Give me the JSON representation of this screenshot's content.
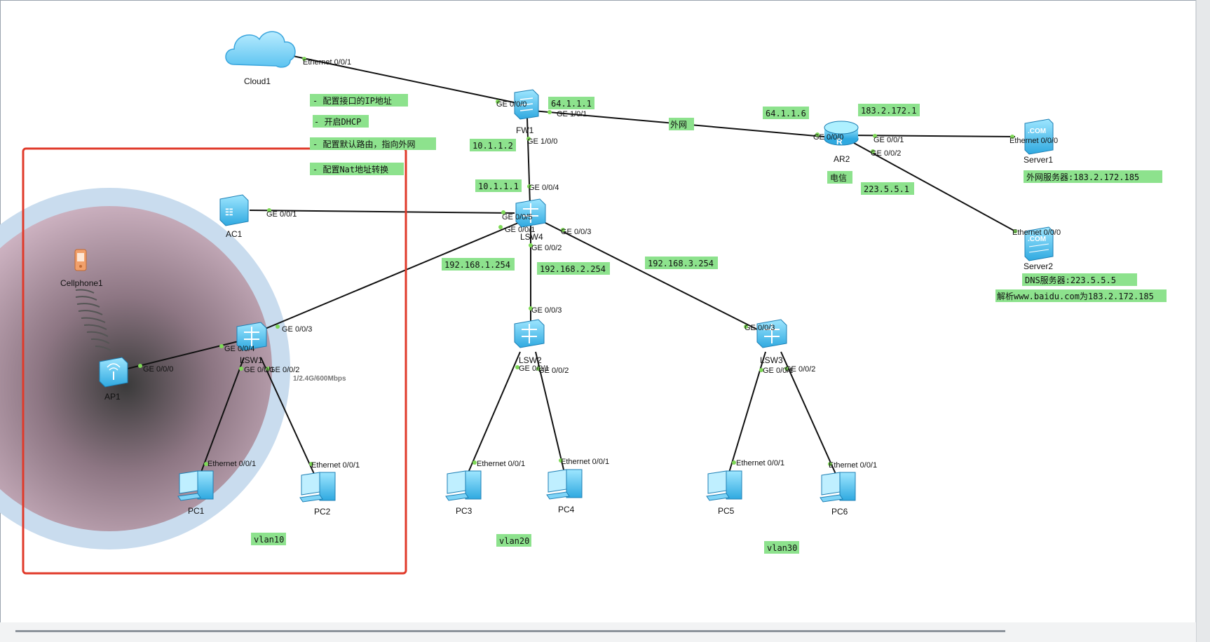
{
  "devices": {
    "cloud1": "Cloud1",
    "fw1": "FW1",
    "ar2": "AR2",
    "server1": "Server1",
    "server2": "Server2",
    "ac1": "AC1",
    "lsw4": "LSW4",
    "lsw1": "LSW1",
    "lsw2": "LSW2",
    "lsw3": "LSW3",
    "ap1": "AP1",
    "cellphone1": "Cellphone1",
    "pc1": "PC1",
    "pc2": "PC2",
    "pc3": "PC3",
    "pc4": "PC4",
    "pc5": "PC5",
    "pc6": "PC6"
  },
  "ports": {
    "cloud_eth": "Ethernet 0/0/1",
    "fw_ge000": "GE 0/0/0",
    "fw_ge101": "GE 1/0/1",
    "fw_ge100": "GE 1/0/0",
    "ar_ge000": "GE 0/0/0",
    "ar_ge001": "GE 0/0/1",
    "ar_ge002": "GE 0/0/2",
    "srv1_eth": "Ethernet 0/0/0",
    "srv2_eth": "Ethernet 0/0/0",
    "ac_ge001": "GE 0/0/1",
    "lsw4_ge004": "GE 0/0/4",
    "lsw4_ge005": "GE 0/0/5",
    "lsw4_ge001": "GE 0/0/1",
    "lsw4_ge002": "GE 0/0/2",
    "lsw4_ge003": "GE 0/0/3",
    "lsw1_ge003": "GE 0/0/3",
    "lsw1_ge004": "GE 0/0/4",
    "lsw1_ge001": "GE 0/0/1",
    "lsw1_ge002": "GE 0/0/2",
    "ap_ge000": "GE 0/0/0",
    "lsw2_ge003": "GE 0/0/3",
    "lsw2_ge001": "GE 0/0/1",
    "lsw2_ge002": "GE 0/0/2",
    "lsw3_ge003": "GE 0/0/3",
    "lsw3_ge001": "GE 0/0/1",
    "lsw3_ge002": "GE 0/0/2",
    "pc1_eth": "Ethernet 0/0/1",
    "pc2_eth": "Ethernet 0/0/1",
    "pc3_eth": "Ethernet 0/0/1",
    "pc4_eth": "Ethernet 0/0/1",
    "pc5_eth": "Ethernet 0/0/1",
    "pc6_eth": "Ethernet 0/0/1"
  },
  "wireless_rate": "1/2.4G/600Mbps",
  "notes": {
    "cfg_ip": "- 配置接口的IP地址",
    "cfg_dhcp": "- 开启DHCP",
    "cfg_route": "- 配置默认路由，指向外网",
    "cfg_nat": "- 配置Nat地址转换",
    "fw_out_ip": "64.1.1.1",
    "fw_in_ip": "10.1.1.2",
    "lsw4_up_ip": "10.1.1.1",
    "wan_label": "外网",
    "ar_wan_ip": "64.1.1.6",
    "ar_ip1": "183.2.172.1",
    "ar_ip2": "223.5.5.1",
    "isp_label": "电信",
    "srv1_desc": "外网服务器:183.2.172.185",
    "srv2_desc": "DNS服务器:223.5.5.5",
    "dns_resolve": "解析www.baidu.com为183.2.172.185",
    "gw1": "192.168.1.254",
    "gw2": "192.168.2.254",
    "gw3": "192.168.3.254",
    "vlan10": "vlan10",
    "vlan20": "vlan20",
    "vlan30": "vlan30"
  },
  "colors": {
    "note_bg": "#8de28d",
    "highlight_box": "#e03a2a",
    "wifi_outer": "#c9dcee",
    "wifi_inner": "#c8a8b8",
    "device_blue": "#5bc8f2"
  }
}
